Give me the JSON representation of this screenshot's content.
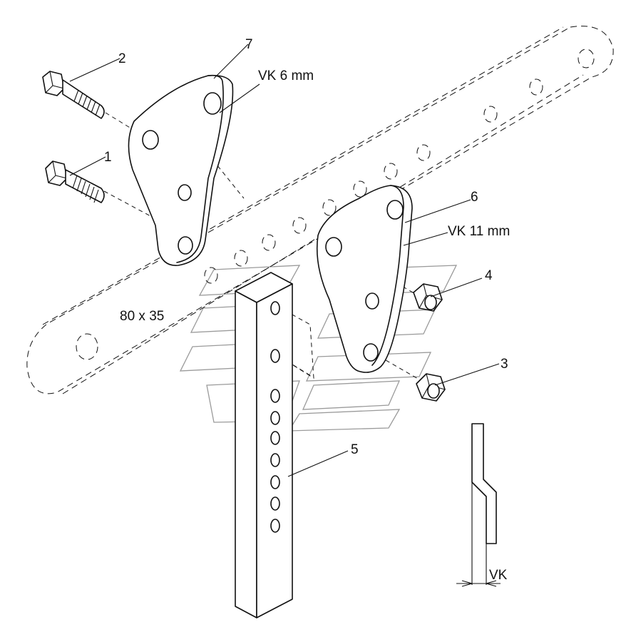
{
  "labels": {
    "part_1": "1",
    "part_2": "2",
    "part_3": "3",
    "part_4": "4",
    "part_5": "5",
    "part_6": "6",
    "part_7": "7",
    "thickness_7": "VK 6 mm",
    "thickness_6": "VK 11 mm",
    "beam_section": "80 x 35",
    "detail_vk": "VK"
  }
}
